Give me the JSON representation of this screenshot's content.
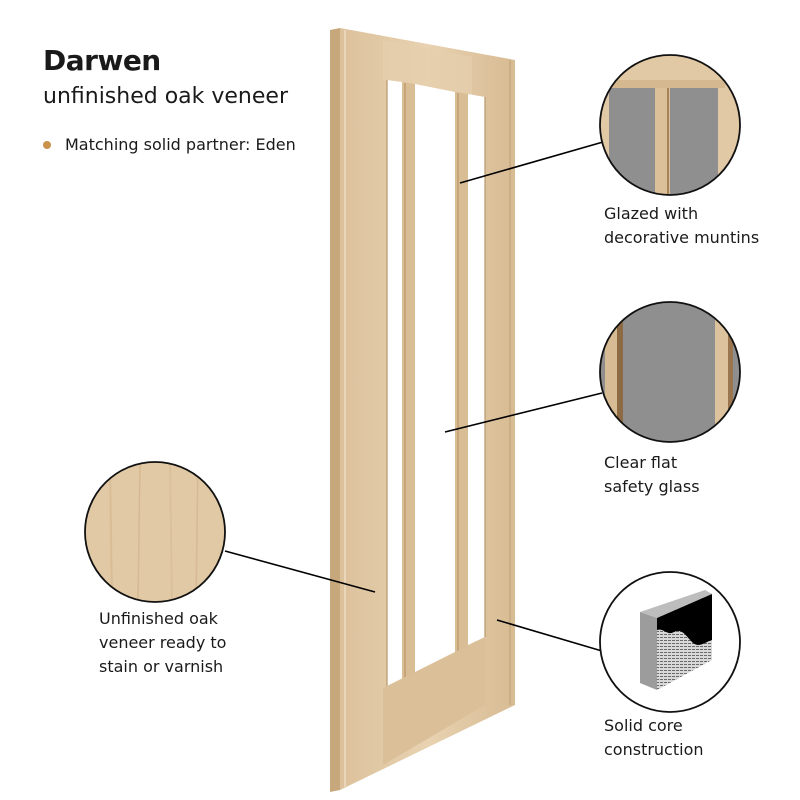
{
  "product": {
    "name": "Darwen",
    "finish": "unfinished oak veneer",
    "bullets": [
      {
        "text": "Matching solid partner: Eden"
      }
    ]
  },
  "callouts": [
    {
      "id": "glazed",
      "label_line1": "Glazed with",
      "label_line2": "decorative muntins",
      "icon": "glazed-muntins-detail-icon"
    },
    {
      "id": "glass",
      "label_line1": "Clear flat",
      "label_line2": "safety glass",
      "icon": "clear-glass-detail-icon"
    },
    {
      "id": "veneer",
      "label_line1": "Unfinished oak",
      "label_line2": "veneer ready to",
      "label_line3": "stain or varnish",
      "icon": "oak-veneer-swatch-icon"
    },
    {
      "id": "core",
      "label_line1": "Solid core",
      "label_line2": "construction",
      "icon": "solid-core-cross-section-icon"
    }
  ],
  "colors": {
    "oak": "#e2c9a5",
    "oak_dark": "#c9a97e",
    "glass_gray": "#8f8f8f",
    "bullet": "#c9924a",
    "ink": "#1a1a1a"
  }
}
